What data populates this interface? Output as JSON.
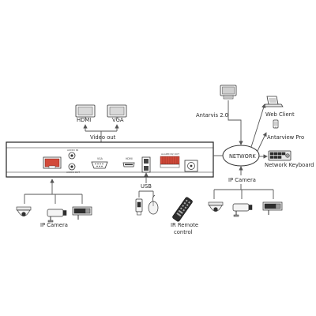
{
  "labels": {
    "hdmi": "HDMI",
    "vga": "VGA",
    "video_out": "Video out",
    "antarvis": "Antarvis 2.0",
    "web_client": "Web Client",
    "antarview_pro": "Antarview Pro",
    "network": "NETWORK",
    "network_keyboard": "Network Keyboard",
    "ip_camera_right": "IP Camera",
    "ip_camera_left": "IP Camera",
    "usb": "USB",
    "ir_remote_line1": "IR Remote",
    "ir_remote_line2": "control"
  },
  "panel_labels": {
    "audio_in": "AUDIO IN",
    "audio_out": "AUDIO OUT",
    "vga_port": "VGA",
    "hdmi_port": "HDMI",
    "alarm_io": "ALARM IN/ OUT"
  },
  "icons": {
    "monitor_hdmi": "monitor-icon",
    "monitor_vga": "monitor-icon",
    "desktop_pc": "desktop-computer-icon",
    "laptop": "laptop-icon",
    "phone": "smartphone-icon",
    "keyboard": "network-keyboard-icon",
    "dome_camera": "dome-camera-icon",
    "bullet_camera": "bullet-camera-icon",
    "box_camera": "box-camera-icon",
    "usb_drive": "usb-drive-icon",
    "mouse": "mouse-icon",
    "remote": "remote-control-icon"
  },
  "colors": {
    "line": "#555555",
    "device_fill": "#f4f4f4",
    "accent_red": "#d24a3a"
  }
}
